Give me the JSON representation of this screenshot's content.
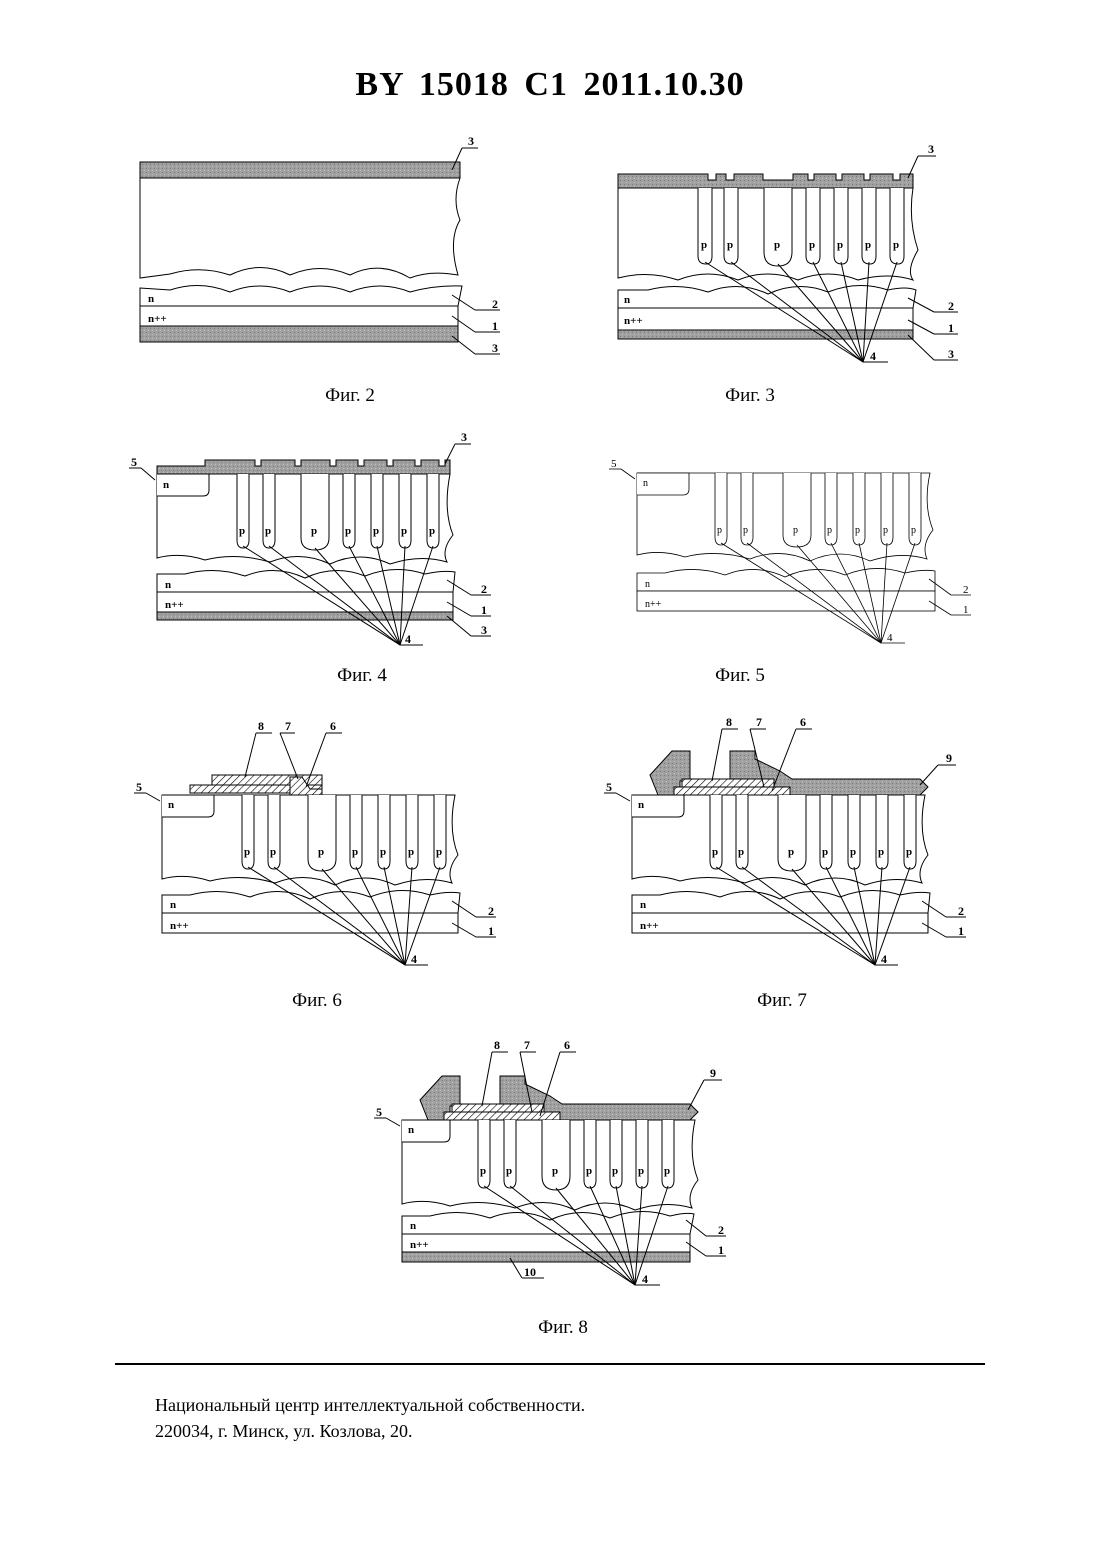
{
  "document": {
    "title": "BY  15018  C1  2011.10.30"
  },
  "figures": [
    {
      "id": "fig2",
      "caption": "Фиг. 2"
    },
    {
      "id": "fig3",
      "caption": "Фиг. 3"
    },
    {
      "id": "fig4",
      "caption": "Фиг. 4"
    },
    {
      "id": "fig5",
      "caption": "Фиг. 5"
    },
    {
      "id": "fig6",
      "caption": "Фиг. 6"
    },
    {
      "id": "fig7",
      "caption": "Фиг. 7"
    },
    {
      "id": "fig8",
      "caption": "Фиг. 8"
    }
  ],
  "labels": {
    "region_n": "n",
    "region_npp": "n++",
    "region_p": "p",
    "ref_1": "1",
    "ref_2": "2",
    "ref_3": "3",
    "ref_4": "4",
    "ref_5": "5",
    "ref_6": "6",
    "ref_7": "7",
    "ref_8": "8",
    "ref_9": "9",
    "ref_10": "10"
  },
  "colors": {
    "oxide_fill": "#9a9a9a",
    "metal_fill": "#8c8c8c",
    "line": "#000000"
  },
  "footer": {
    "line1": "Национальный центр интеллектуальной собственности.",
    "line2": "220034, г. Минск, ул. Козлова, 20."
  }
}
